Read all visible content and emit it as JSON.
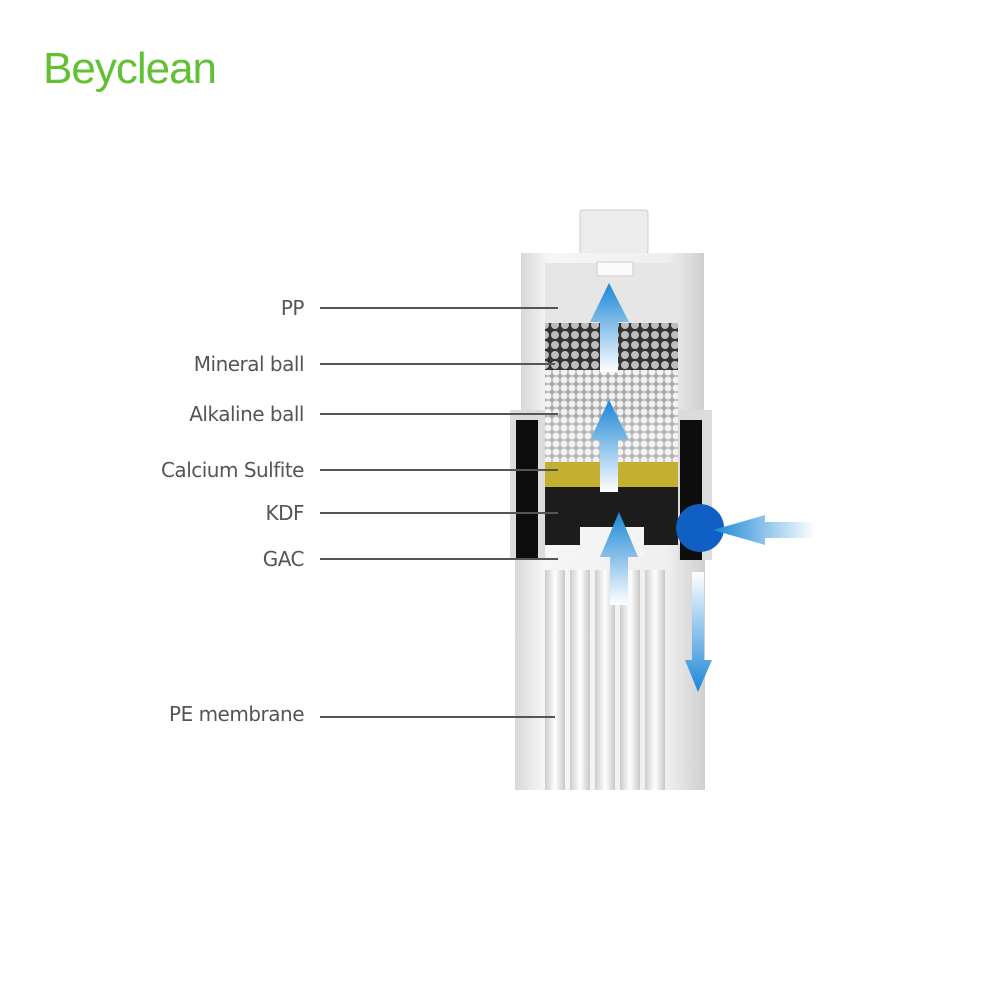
{
  "brand": {
    "name": "Beyclean",
    "color": "#62c132"
  },
  "layers": [
    {
      "label": "PP"
    },
    {
      "label": "Mineral ball"
    },
    {
      "label": "Alkaline ball"
    },
    {
      "label": "Calcium Sulfite"
    },
    {
      "label": "KDF"
    },
    {
      "label": "GAC"
    },
    {
      "label": "PE membrane"
    }
  ],
  "colors": {
    "arrow": "#1a86d6",
    "knob": "#0f5fc4",
    "kdf": "#c4b030",
    "gac": "#1c1c1c"
  }
}
